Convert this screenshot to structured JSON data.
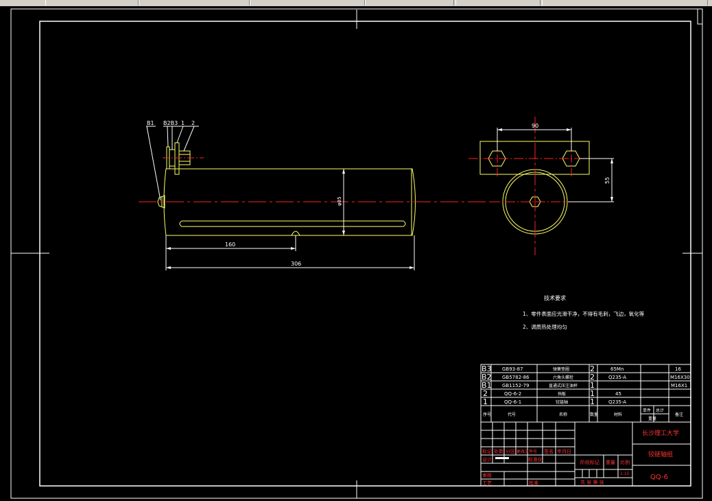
{
  "window": {
    "toolbar_fragments": 6
  },
  "colors": {
    "background": "#000000",
    "part_line": "#ffff66",
    "centerline": "#ff2222",
    "dimension": "#ffffff",
    "frame": "#ffffff",
    "title_text": "#ff3333"
  },
  "balloons": {
    "b1": "B1",
    "b2b3": "B2B3",
    "one": "1",
    "two": "2"
  },
  "dimensions": {
    "left_length": "160",
    "total_length": "306",
    "diameter": "φ85",
    "side_width": "90",
    "side_height": "55"
  },
  "tech": {
    "title": "技术要求",
    "line1": "1、零件表面应光滑干净，不得有毛刺，飞边，氧化等",
    "line2": "2、调质热处理均匀"
  },
  "bom": {
    "rows": [
      {
        "no": "B3",
        "code": "GB93-87",
        "name": "弹簧垫圈",
        "qty": "2",
        "material": "65Mn",
        "spec": "16"
      },
      {
        "no": "B2",
        "code": "GB5782-86",
        "name": "六角头螺栓",
        "qty": "2",
        "material": "Q235-A",
        "spec": "M16X30"
      },
      {
        "no": "B1",
        "code": "GB1152-79",
        "name": "直通式压注油杯",
        "qty": "1",
        "material": "",
        "spec": "M16X1"
      },
      {
        "no": "2",
        "code": "QQ-6-2",
        "name": "挡板",
        "qty": "1",
        "material": "45",
        "spec": ""
      },
      {
        "no": "1",
        "code": "QQ-6-1",
        "name": "铰链轴",
        "qty": "1",
        "material": "Q235-A",
        "spec": ""
      }
    ],
    "header": {
      "no": "序号",
      "code": "代号",
      "name": "名称",
      "qty": "数量",
      "material": "材料",
      "single": "单件",
      "total": "总计",
      "weight": "重量",
      "note": "备注"
    }
  },
  "title_block": {
    "school": "长沙理工大学",
    "drawing_name": "铰链轴组",
    "drawing_no": "QQ-6",
    "mark": "标记",
    "count": "处数",
    "zone": "分区",
    "change_doc": "更改文件号",
    "sign": "签名",
    "date": "年月日",
    "design": "设计",
    "standardize": "标准化",
    "review": "审核",
    "craft": "工艺",
    "approve": "批准",
    "stage": "阶段标记",
    "weight": "重量",
    "scale": "比例",
    "scale_value": "1:15",
    "sheets": "共 张 第 张"
  }
}
